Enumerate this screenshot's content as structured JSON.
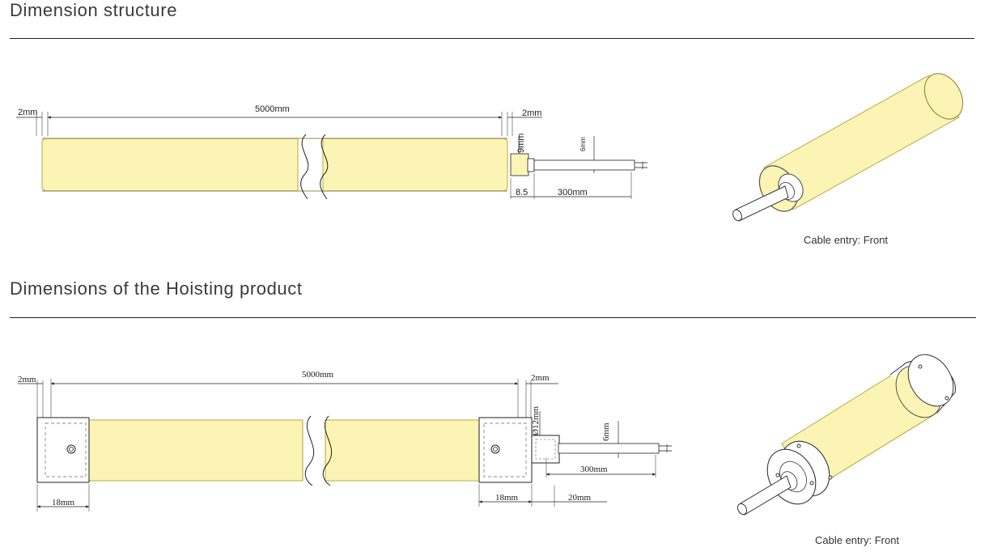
{
  "colors": {
    "tube": "#fbf4b4",
    "tube_edge": "#b8a940",
    "line": "#222222",
    "metal": "#ffffff"
  },
  "section1": {
    "title": "Dimension structure",
    "dims": {
      "left_gap": "2mm",
      "length": "5000mm",
      "right_gap": "2mm",
      "height": "9mm",
      "cable_dia": "6mm",
      "cap": "8.5",
      "cable_len": "300mm"
    },
    "caption": "Cable entry: Front"
  },
  "section2": {
    "title": "Dimensions of the Hoisting product",
    "dims": {
      "left_gap": "2mm",
      "length": "5000mm",
      "right_gap": "2mm",
      "diameter": "Ø12mm",
      "cable_dia": "6mm",
      "cable_len": "300mm",
      "left_bracket": "18mm",
      "right_bracket": "18mm",
      "offset": "20mm"
    },
    "caption": "Cable entry: Front"
  }
}
